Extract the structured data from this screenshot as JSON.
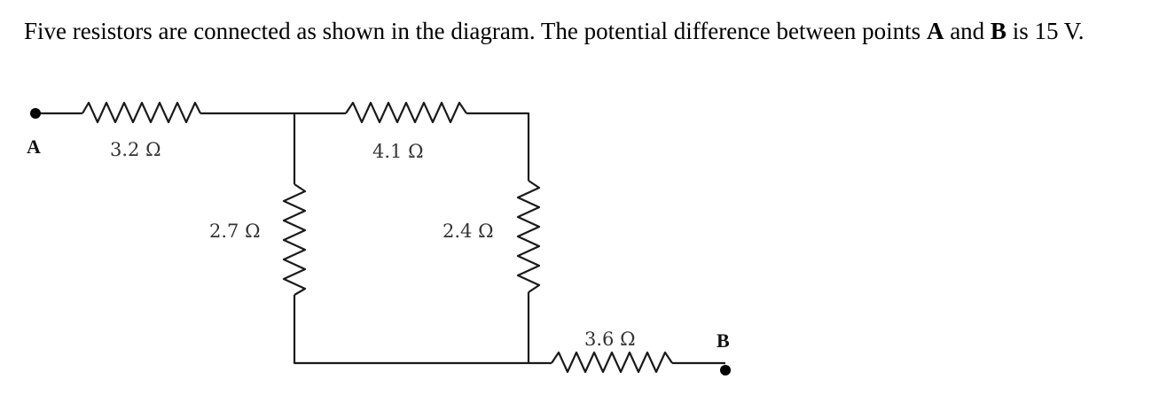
{
  "question": {
    "text_1": "Five resistors are connected as shown in the diagram.  The potential difference between points ",
    "point_a": "A",
    "text_2": " and ",
    "point_b": "B",
    "text_3": " is 15 V."
  },
  "diagram": {
    "terminal_a_label": "A",
    "terminal_b_label": "B",
    "resistors": [
      {
        "id": "r1",
        "label": "3.2 Ω"
      },
      {
        "id": "r2",
        "label": "4.1 Ω"
      },
      {
        "id": "r3",
        "label": "2.7 Ω"
      },
      {
        "id": "r4",
        "label": "2.4 Ω"
      },
      {
        "id": "r5",
        "label": "3.6 Ω"
      }
    ],
    "colors": {
      "wire": "#1a1a1a",
      "label": "#333333"
    }
  }
}
